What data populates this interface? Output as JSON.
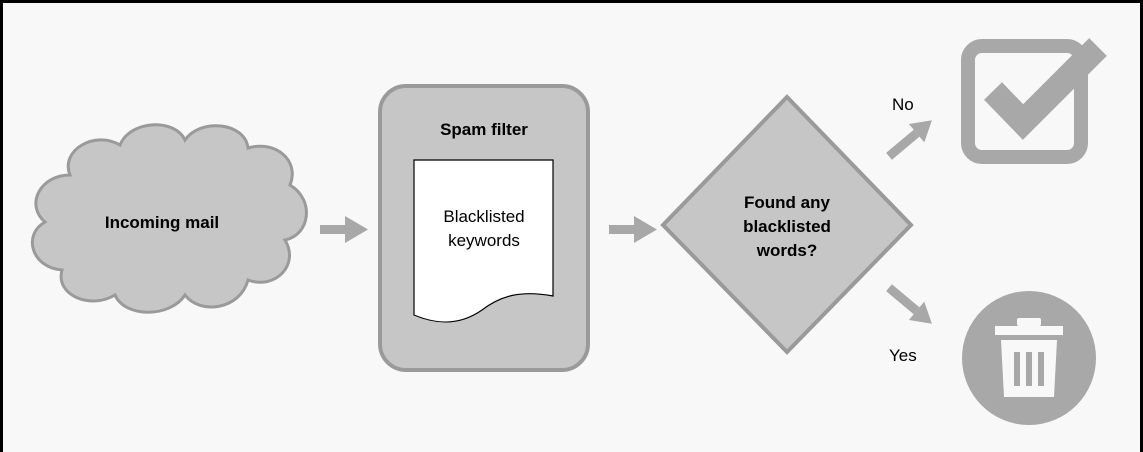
{
  "nodes": {
    "incoming": {
      "label": "Incoming mail"
    },
    "filter": {
      "title": "Spam filter",
      "doc_line1": "Blacklisted",
      "doc_line2": "keywords"
    },
    "decision": {
      "line1": "Found any",
      "line2": "blacklisted",
      "line3": "words?"
    }
  },
  "branches": {
    "no_label": "No",
    "yes_label": "Yes"
  },
  "icons": {
    "accept": "checkbox-checked-icon",
    "reject": "trash-icon"
  },
  "colors": {
    "shape_fill": "#c6c6c6",
    "shape_stroke": "#9a9a9a",
    "arrow": "#a8a8a8",
    "background": "#f8f8f8",
    "frame": "#000000"
  }
}
